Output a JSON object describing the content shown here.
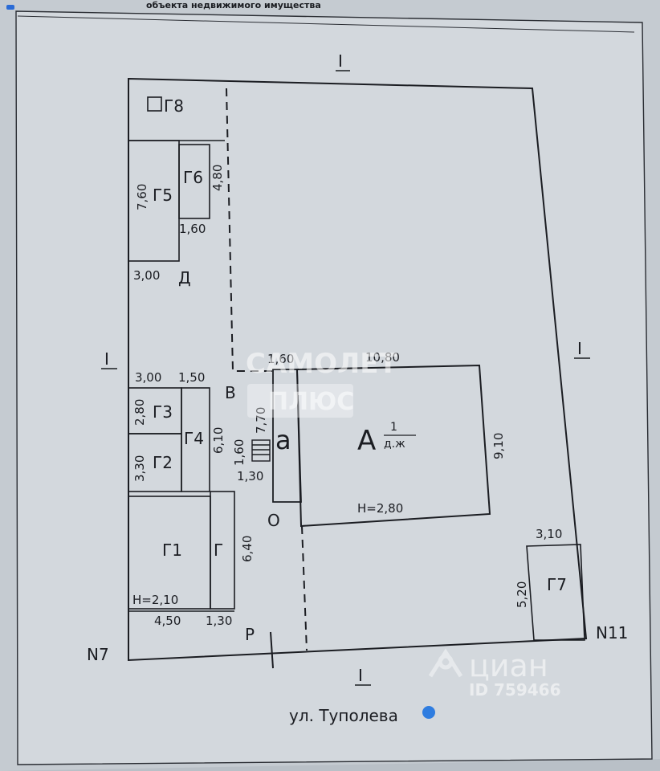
{
  "header": {
    "caption": "объекта недвижимого имущества"
  },
  "plan": {
    "fence_marks": {
      "top": "I",
      "left": "I",
      "right": "I",
      "bottom": "I"
    },
    "neighbors": {
      "left": "N7",
      "right": "N11"
    },
    "street": "ул. Туполева",
    "structures": {
      "g8": "Г8",
      "g6": "Г6",
      "g5": "Г5",
      "g3": "Г3",
      "g4": "Г4",
      "g2": "Г2",
      "g1": "Г1",
      "g": "Г",
      "g7": "Г7",
      "d": "Д",
      "a_small": "а",
      "a_main": "А",
      "a_main_fraction_top": "1",
      "a_main_fraction_bottom": "д.ж"
    },
    "letters": {
      "v": "В",
      "o": "О",
      "r": "Р"
    },
    "dimensions": {
      "d760": "7,60",
      "d480": "4,80",
      "d160_g6": "1,60",
      "d300_d": "3,00",
      "d160_a": "1,60",
      "d1080": "10,80",
      "d300_g3": "3,00",
      "d150": "1,50",
      "d280": "2,80",
      "d610": "6,10",
      "d770": "7,70",
      "d330": "3,30",
      "d160_step": "1,60",
      "d130_step": "1,30",
      "d910": "9,10",
      "h280": "Н=2,80",
      "d640": "6,40",
      "h210": "Н=2,10",
      "d310": "3,10",
      "d520": "5,20",
      "d450": "4,50",
      "d130_g": "1,30"
    }
  },
  "watermarks": {
    "samolet_line1": "САМОЛЕТ",
    "samolet_line2": "ПЛЮС",
    "cian_name": "циан",
    "cian_id": "ID 759466"
  }
}
